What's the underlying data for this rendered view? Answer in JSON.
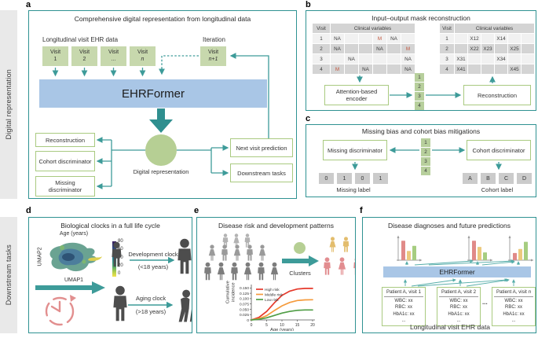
{
  "colors": {
    "panel_border": "#2f9292",
    "arrow_teal": "#3d9b99",
    "visit_green": "#c7d8ad",
    "model_blue": "#a9c6e6",
    "box_border_green": "#a9ca80",
    "circle_green": "#b6cf94",
    "mask_red": "#c2573f",
    "cell_gray": "#d4d4d4"
  },
  "sidebar": {
    "digital_label": "Digital representation",
    "downstream_label": "Downstream tasks"
  },
  "panels": {
    "a": {
      "letter": "a",
      "title": "Comprehensive digital representation from longitudinal data",
      "input_label": "Longitudinal visit EHR data",
      "iteration_label": "Iteration",
      "visits": [
        {
          "l1": "Visit",
          "l2": "1",
          "italic": false
        },
        {
          "l1": "Visit",
          "l2": "2",
          "italic": false
        },
        {
          "l1": "Visit",
          "l2": "...",
          "italic": false
        },
        {
          "l1": "Visit",
          "l2": "n",
          "italic": true
        }
      ],
      "iteration_visit": {
        "l1": "Visit",
        "l2": "n+1",
        "italic": true
      },
      "model": "EHRFormer",
      "outputs_left": [
        "Reconstruction",
        "Cohort discriminator",
        "Missing discriminator"
      ],
      "center": "Digital representation",
      "outputs_right": [
        "Next visit prediction",
        "Downstream tasks"
      ]
    },
    "b": {
      "letter": "b",
      "title": "Input–output mask reconstruction",
      "visit_header": "Visit",
      "vars_header": "Clinical variables",
      "input_rows": [
        [
          "1",
          "NA",
          "",
          "",
          "M",
          "NA",
          ""
        ],
        [
          "2",
          "NA",
          "",
          "",
          "NA",
          "",
          "M"
        ],
        [
          "3",
          "",
          "NA",
          "",
          "",
          "",
          "NA"
        ],
        [
          "4",
          "M",
          "",
          "NA",
          "",
          "",
          "NA"
        ]
      ],
      "output_rows": [
        [
          "1",
          "",
          "X12",
          "",
          "X14",
          "",
          ""
        ],
        [
          "2",
          "",
          "X22",
          "X23",
          "",
          "X25",
          ""
        ],
        [
          "3",
          "X31",
          "",
          "",
          "X34",
          "",
          ""
        ],
        [
          "4",
          "X41",
          "",
          "",
          "",
          "X45",
          ""
        ]
      ],
      "encoder": "Attention-based encoder",
      "latent": [
        "1",
        "2",
        "3",
        "4"
      ],
      "reconstruction": "Reconstruction"
    },
    "c": {
      "letter": "c",
      "title": "Missing bias and cohort bias mitigations",
      "missing_box": "Missing discriminator",
      "cohort_box": "Cohort discriminator",
      "latent": [
        "1",
        "2",
        "3",
        "4"
      ],
      "missing_cells": [
        "0",
        "1",
        "0",
        "1"
      ],
      "missing_caption": "Missing label",
      "cohort_cells": [
        "A",
        "B",
        "C",
        "D"
      ],
      "cohort_caption": "Cohort label"
    },
    "d": {
      "letter": "d",
      "title": "Biological clocks in a full life cycle",
      "umap": {
        "title": "Age (years)",
        "x": "UMAP1",
        "y": "UMAP2",
        "colorbar": [
          "80",
          "60",
          "40",
          "20",
          "0"
        ]
      },
      "dev": {
        "label": "Development clock",
        "range": "(<18 years)"
      },
      "aging": {
        "label": "Aging clock",
        "range": "(>18 years)"
      }
    },
    "e": {
      "letter": "e",
      "title": "Disease risk and development patterns",
      "clusters": "Clusters",
      "crowd": {
        "rows": [
          {
            "color": "#b3b3b3",
            "seq": [
              "m",
              "f",
              "m"
            ]
          },
          {
            "color": "#9a9a9a",
            "seq": [
              "f",
              "m",
              "f",
              "m",
              "f"
            ]
          },
          {
            "color": "#7d7d7d",
            "seq": [
              "m",
              "f",
              "m",
              "f",
              "m",
              "f"
            ]
          }
        ]
      },
      "groups": [
        {
          "color": "#e3bd6d",
          "seq": [
            "f",
            "m"
          ]
        },
        {
          "color": "#e28d90",
          "seq": [
            "m",
            "f",
            "m"
          ]
        }
      ]
    },
    "f": {
      "letter": "f",
      "title": "Disease diagnoses and future predictions",
      "model": "EHRFormer",
      "bar_colors": [
        "#e08a88",
        "#ecca7e",
        "#a6cd80"
      ],
      "bar_charts": [
        [
          0.95,
          0.45,
          0.7
        ],
        [
          0.95,
          0.65,
          0.38
        ],
        [
          0.35,
          0.55,
          0.9
        ]
      ],
      "cards": [
        {
          "title": "Patient A, visit 1",
          "italic": false,
          "lines": [
            "WBC: xx",
            "RBC: xx",
            "HbA1c: xx",
            "..."
          ]
        },
        {
          "title": "Patient A, visit 2",
          "italic": false,
          "lines": [
            "WBC: xx",
            "RBC: xx",
            "HbA1c: xx",
            "..."
          ]
        },
        {
          "title": "Patient A, visit n",
          "italic": true,
          "lines": [
            "WBC: xx",
            "RBC: xx",
            "HbA1c: xx",
            "..."
          ]
        }
      ],
      "ellipsis": "...",
      "caption": "Longitudinal visit EHR data"
    }
  },
  "chart_data": {
    "type": "line",
    "title": "",
    "xlabel": "Age (years)",
    "ylabel": "Cumulative incidence",
    "x_ticks": [
      0,
      5,
      10,
      15,
      20
    ],
    "y_ticks": [
      "0",
      "0.025",
      "0.050",
      "0.075",
      "0.100",
      "0.125",
      "0.150"
    ],
    "xlim": [
      0,
      20
    ],
    "ylim": [
      0,
      0.155
    ],
    "grid": false,
    "legend_position": "upper left",
    "x": [
      0,
      2.5,
      5,
      7.5,
      10,
      12.5,
      15,
      17.5,
      20
    ],
    "series": [
      {
        "name": "High risk",
        "color": "#e5392b",
        "values": [
          0,
          0.012,
          0.04,
          0.08,
          0.115,
          0.135,
          0.145,
          0.148,
          0.148
        ]
      },
      {
        "name": "Middle risk",
        "color": "#f59b3d",
        "values": [
          0,
          0.006,
          0.02,
          0.044,
          0.066,
          0.082,
          0.091,
          0.094,
          0.095
        ]
      },
      {
        "name": "Low risk",
        "color": "#4f9d45",
        "values": [
          0,
          0.003,
          0.01,
          0.021,
          0.032,
          0.04,
          0.045,
          0.047,
          0.047
        ]
      }
    ]
  }
}
